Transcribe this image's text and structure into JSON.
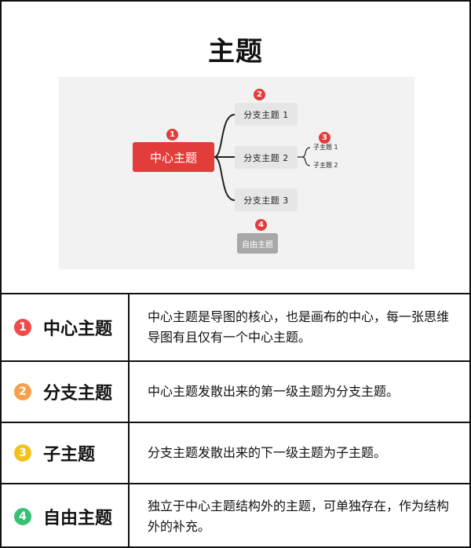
{
  "title": "主题",
  "colors": {
    "central_fill": "#e23d3a",
    "branch_fill": "#e6e6e6",
    "free_fill": "#a8a8a8",
    "badge": "#e23d3a",
    "canvas": "#f2f2f2",
    "num1": "#f04b4b",
    "num2": "#f6a04a",
    "num3": "#f1c21b",
    "num4": "#34c173"
  },
  "diagram": {
    "central": "中心主题",
    "branches": [
      "分支主题 1",
      "分支主题 2",
      "分支主题 3"
    ],
    "subtopics": [
      "子主题 1",
      "子主题 2"
    ],
    "free": "自由主题",
    "badges": [
      "1",
      "2",
      "3",
      "4"
    ]
  },
  "rows": [
    {
      "num": "1",
      "term": "中心主题",
      "desc": "中心主题是导图的核心，也是画布的中心，每一张思维导图有且仅有一个中心主题。"
    },
    {
      "num": "2",
      "term": "分支主题",
      "desc": "中心主题发散出来的第一级主题为分支主题。"
    },
    {
      "num": "3",
      "term": "子主题",
      "desc": "分支主题发散出来的下一级主题为子主题。"
    },
    {
      "num": "4",
      "term": "自由主题",
      "desc": "独立于中心主题结构外的主题，可单独存在，作为结构外的补充。"
    }
  ]
}
